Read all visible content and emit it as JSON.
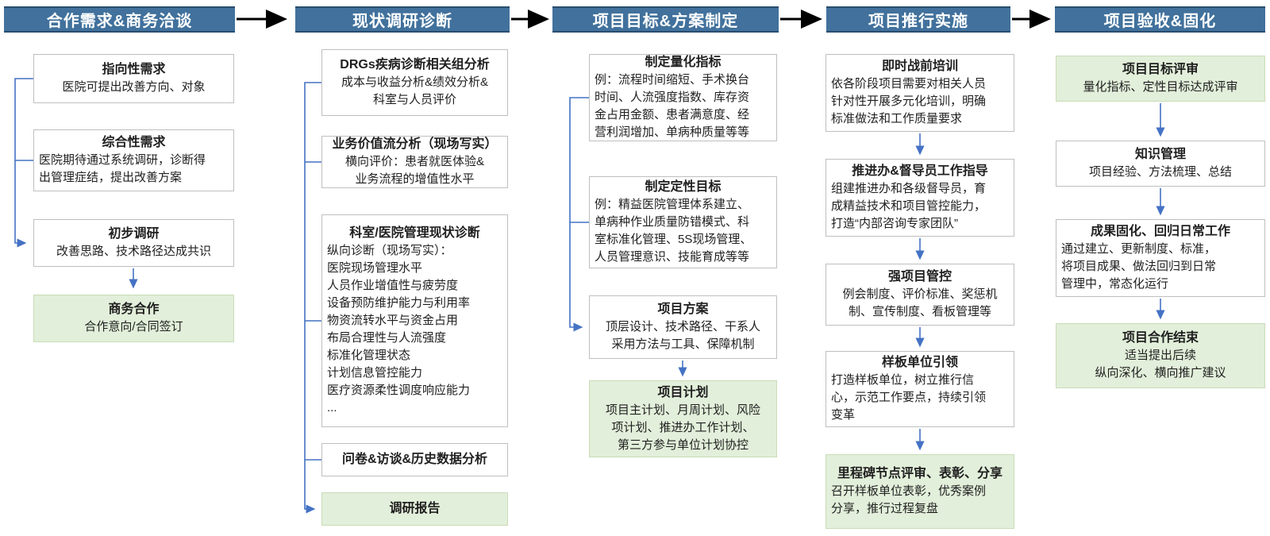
{
  "colors": {
    "phase_header_bg": "#41719C",
    "phase_header_text": "#FFFFFF",
    "green_box_bg": "#E2EFDA",
    "white_box_border": "#BFBFBF",
    "flow_connector_blue": "#4472C4",
    "phase_arrow_black": "#000000"
  },
  "columns": [
    {
      "header": "合作需求&商务洽谈",
      "boxes": [
        {
          "title": "指向性需求",
          "body": "医院可提出改善方向、对象"
        },
        {
          "title": "综合性需求",
          "body": "医院期待通过系统调研，诊断得\n出管理症结，提出改善方案"
        },
        {
          "title": "初步调研",
          "body": "改善思路、技术路径达成共识"
        },
        {
          "title": "商务合作",
          "body": "合作意向/合同签订"
        }
      ]
    },
    {
      "header": "现状调研诊断",
      "boxes": [
        {
          "title": "DRGs疾病诊断相关组分析",
          "body": "成本与收益分析&绩效分析&\n科室与人员评价"
        },
        {
          "title": "业务价值流分析（现场写实）",
          "body": "横向评价：患者就医体验&\n业务流程的增值性水平"
        },
        {
          "title": "科室/医院管理现状诊断",
          "body": "纵向诊断（现场写实）：\n医院现场管理水平\n人员作业增值性与疲劳度\n设备预防维护能力与利用率\n物资流转水平与资金占用\n布局合理性与人流强度\n标准化管理状态\n计划信息管控能力\n医疗资源柔性调度响应能力\n..."
        },
        {
          "title": "问卷&访谈&历史数据分析",
          "body": ""
        },
        {
          "title": "调研报告",
          "body": ""
        }
      ]
    },
    {
      "header": "项目目标&方案制定",
      "boxes": [
        {
          "title": "制定量化指标",
          "body": "例：流程时间缩短、手术换台\n时间、人流强度指数、库存资\n金占用金额、患者满意度、经\n营利润增加、单病种质量等等"
        },
        {
          "title": "制定定性目标",
          "body": "例：精益医院管理体系建立、\n单病种作业质量防错模式、科\n室标准化管理、5S现场管理、\n人员管理意识、技能育成等等"
        },
        {
          "title": "项目方案",
          "body": "顶层设计、技术路径、干系人\n采用方法与工具、保障机制"
        },
        {
          "title": "项目计划",
          "body": "项目主计划、月周计划、风险\n项计划、推进办工作计划、\n第三方参与单位计划协控"
        }
      ]
    },
    {
      "header": "项目推行实施",
      "boxes": [
        {
          "title": "即时战前培训",
          "body": "依各阶段项目需要对相关人员\n针对性开展多元化培训，明确\n标准做法和工作质量要求"
        },
        {
          "title": "推进办&督导员工作指导",
          "body": "组建推进办和各级督导员，育\n成精益技术和项目管控能力，\n打造“内部咨询专家团队”"
        },
        {
          "title": "强项目管控",
          "body": "例会制度、评价标准、奖惩机\n制、宣传制度、看板管理等"
        },
        {
          "title": "样板单位引领",
          "body": "打造样板单位，树立推行信\n心，示范工作要点，持续引领\n变革"
        },
        {
          "title": "里程碑节点评审、表彰、分享",
          "body": "召开样板单位表彰，优秀案例\n分享，推行过程复盘"
        }
      ]
    },
    {
      "header": "项目验收&固化",
      "boxes": [
        {
          "title": "项目目标评审",
          "body": "量化指标、定性目标达成评审"
        },
        {
          "title": "知识管理",
          "body": "项目经验、方法梳理、总结"
        },
        {
          "title": "成果固化、回归日常工作",
          "body": "通过建立、更新制度、标准，\n将项目成果、做法回归到日常\n管理中，常态化运行"
        },
        {
          "title": "项目合作结束",
          "body": "适当提出后续\n纵向深化、横向推广建议"
        }
      ]
    }
  ]
}
